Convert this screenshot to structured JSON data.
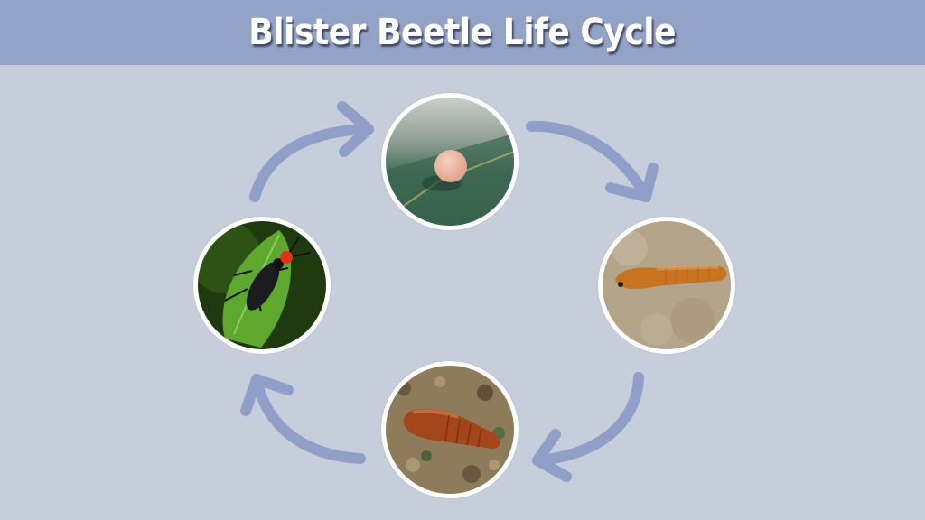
{
  "header": {
    "title": "Blister Beetle Life Cycle",
    "background_color": "#93a3c8"
  },
  "background_color": "#c6cddb",
  "arrow_color": "#8f9fc7",
  "stages": [
    {
      "position": "top",
      "icon": "egg-photo",
      "description": "Single pale pink egg on green leaf"
    },
    {
      "position": "right",
      "icon": "larva-photo",
      "description": "Orange segmented larva on sandy surface"
    },
    {
      "position": "bottom",
      "icon": "pupa-photo",
      "description": "Reddish-brown pupa on soil"
    },
    {
      "position": "left",
      "icon": "adult-beetle-photo",
      "description": "Black beetle with red head on green leaf"
    }
  ],
  "arrows": [
    {
      "from": "top",
      "to": "right",
      "direction": "clockwise"
    },
    {
      "from": "right",
      "to": "bottom",
      "direction": "clockwise"
    },
    {
      "from": "bottom",
      "to": "left",
      "direction": "clockwise"
    },
    {
      "from": "left",
      "to": "top",
      "direction": "clockwise"
    }
  ]
}
